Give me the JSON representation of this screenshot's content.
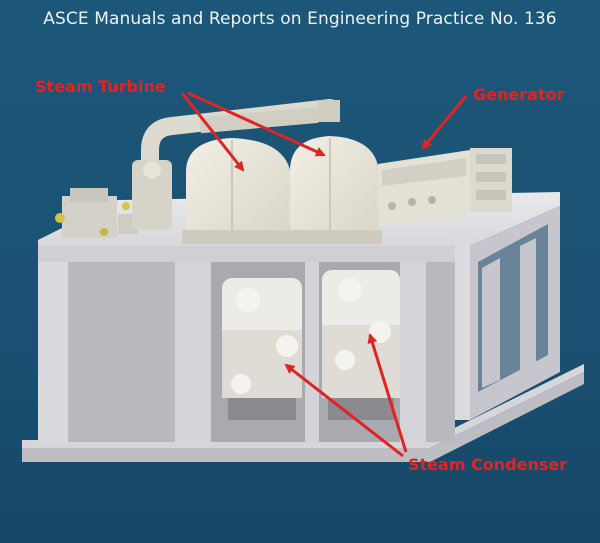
{
  "header": {
    "title": "ASCE Manuals and Reports on Engineering Practice No. 136"
  },
  "callouts": {
    "steam_turbine": "Steam Turbine",
    "generator": "Generator",
    "steam_condenser": "Steam Condenser"
  },
  "colors": {
    "background": "#1b5173",
    "callout_text": "#e02424",
    "arrow": "#e02424",
    "foundation": "#dcdce0",
    "machinery": "#ebe8dd"
  }
}
